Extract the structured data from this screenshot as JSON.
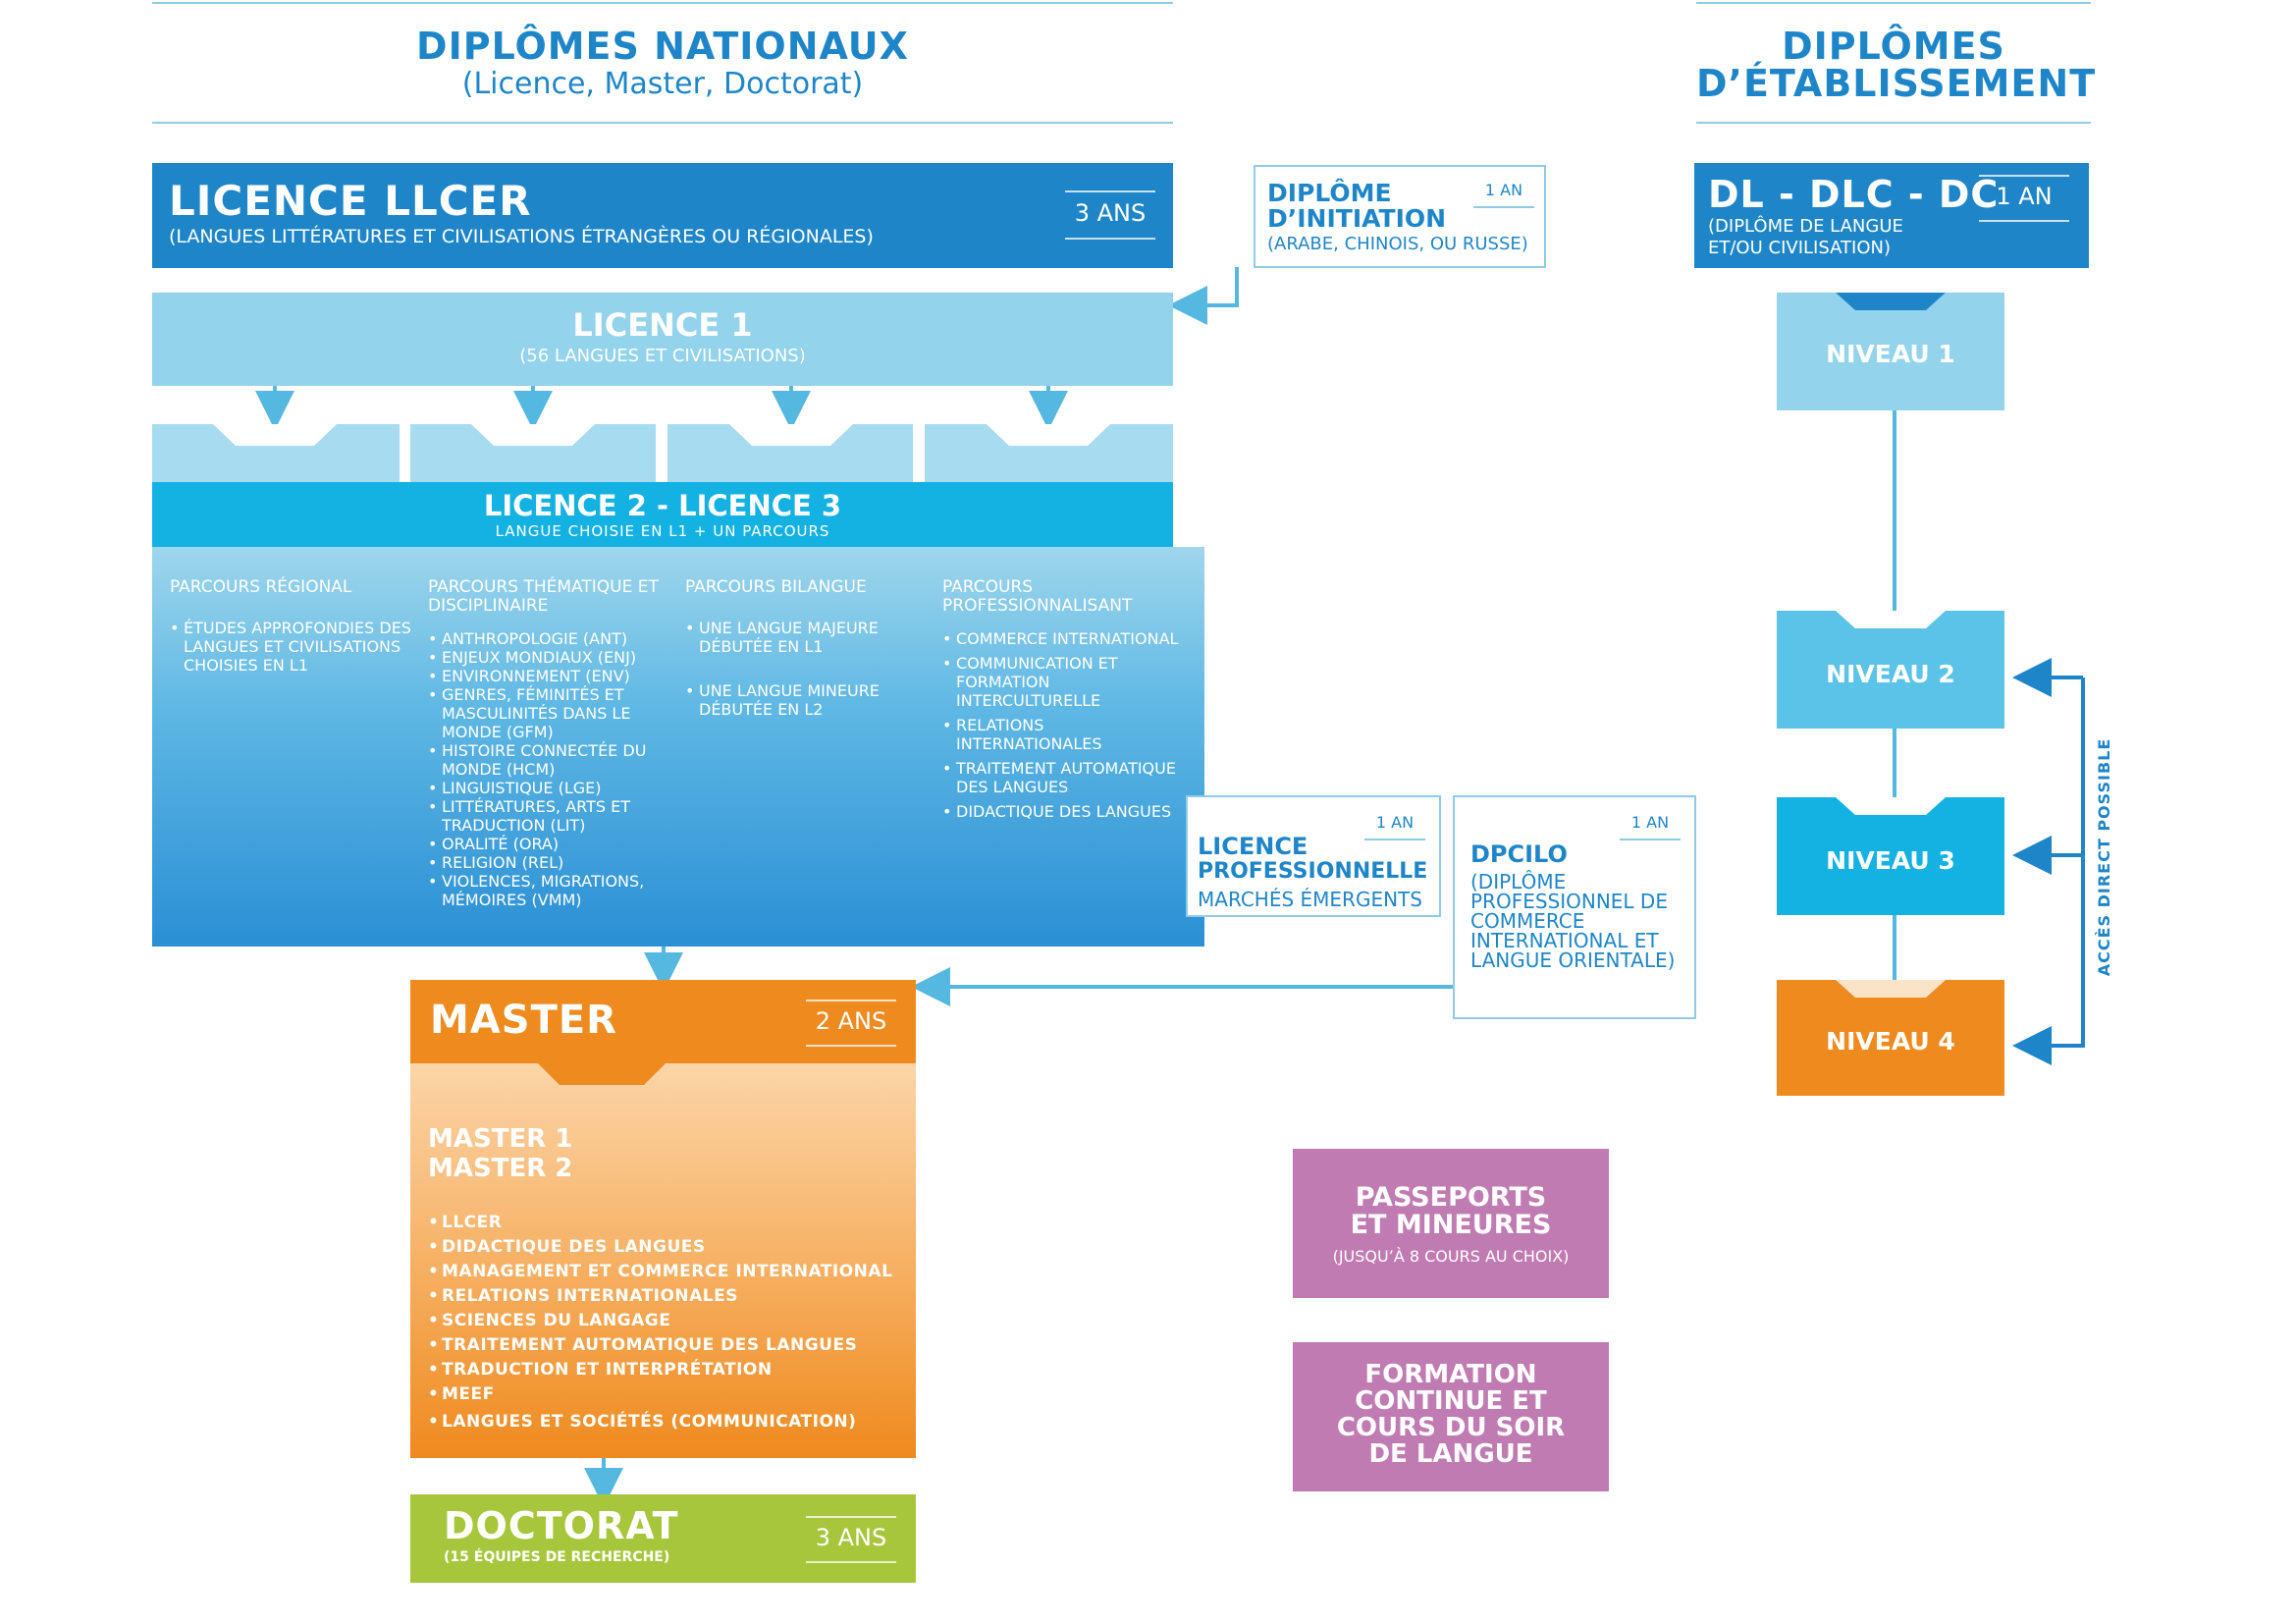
{
  "national": {
    "title": "DIPLÔMES NATIONAUX",
    "subtitle": "(Licence, Master, Doctorat)"
  },
  "etablissement": {
    "title_line1": "DIPLÔMES",
    "title_line2": "D’ÉTABLISSEMENT"
  },
  "licence_llcer": {
    "title": "LICENCE LLCER",
    "subtitle": "(LANGUES LITTÉRATURES ET CIVILISATIONS ÉTRANGÈRES OU RÉGIONALES)",
    "duration": "3 ANS"
  },
  "licence1": {
    "title": "LICENCE 1",
    "subtitle": "(56 LANGUES ET CIVILISATIONS)"
  },
  "diplome_initiation": {
    "title_line1": "DIPLÔME",
    "title_line2": "D’INITIATION",
    "subtitle": "(ARABE, CHINOIS, OU RUSSE)",
    "duration": "1 AN"
  },
  "licence23": {
    "title": "LICENCE 2 - LICENCE 3",
    "subtitle": "LANGUE CHOISIE EN L1 + UN PARCOURS"
  },
  "parcours": [
    {
      "title": "PARCOURS RÉGIONAL",
      "items": [
        "ÉTUDES APPROFONDIES DES LANGUES ET CIVILISATIONS CHOISIES EN L1"
      ]
    },
    {
      "title": "PARCOURS THÉMATIQUE ET DISCIPLINAIRE",
      "items": [
        "ANTHROPOLOGIE (ANT)",
        "ENJEUX MONDIAUX (ENJ)",
        "ENVIRONNEMENT (ENV)",
        "GENRES, FÉMINITÉS ET MASCULINITÉS DANS LE MONDE (GFM)",
        "HISTOIRE CONNECTÉE DU MONDE (HCM)",
        "LINGUISTIQUE (LGE)",
        "LITTÉRATURES, ARTS ET TRADUCTION (LIT)",
        "ORALITÉ (ORA)",
        "RELIGION (REL)",
        "VIOLENCES, MIGRATIONS, MÉMOIRES (VMM)"
      ]
    },
    {
      "title": "PARCOURS BILANGUE",
      "items": [
        "UNE LANGUE MAJEURE DÉBUTÉE EN L1",
        "UNE LANGUE MINEURE DÉBUTÉE EN L2"
      ]
    },
    {
      "title": "PARCOURS PROFESSIONNALISANT",
      "items": [
        "COMMERCE INTERNATIONAL",
        "COMMUNICATION ET FORMATION INTERCULTURELLE",
        "RELATIONS INTERNATIONALES",
        "TRAITEMENT AUTOMATIQUE DES LANGUES",
        "DIDACTIQUE DES LANGUES"
      ]
    }
  ],
  "licence_pro": {
    "title_line1": "LICENCE",
    "title_line2": "PROFESSIONNELLE",
    "subtitle": "MARCHÉS ÉMERGENTS",
    "duration": "1 AN"
  },
  "dpcilo": {
    "title": "DPCILO",
    "subtitle": "(DIPLÔME PROFESSIONNEL DE COMMERCE INTERNATIONAL ET LANGUE ORIENTALE)",
    "duration": "1 AN"
  },
  "master": {
    "title": "MASTER",
    "duration": "2 ANS",
    "year1": "MASTER 1",
    "year2": "MASTER 2",
    "items": [
      "LLCER",
      "DIDACTIQUE DES LANGUES",
      "MANAGEMENT ET COMMERCE INTERNATIONAL",
      "RELATIONS INTERNATIONALES",
      "SCIENCES DU LANGAGE",
      "TRAITEMENT AUTOMATIQUE DES LANGUES",
      "TRADUCTION ET INTERPRÉTATION",
      "MEEF",
      "LANGUES ET SOCIÉTÉS (COMMUNICATION)"
    ]
  },
  "doctorat": {
    "title": "DOCTORAT",
    "subtitle": "(15 ÉQUIPES DE RECHERCHE)",
    "duration": "3 ANS"
  },
  "dl": {
    "title": "DL - DLC - DC",
    "subtitle_line1": "(DIPLÔME DE LANGUE",
    "subtitle_line2": "ET/OU CIVILISATION)",
    "duration": "1 AN"
  },
  "niveaux": [
    "NIVEAU 1",
    "NIVEAU 2",
    "NIVEAU 3",
    "NIVEAU 4"
  ],
  "acces_direct": "ACCÈS DIRECT POSSIBLE",
  "passeports": {
    "title_line1": "PASSEPORTS",
    "title_line2": "ET MINEURES",
    "subtitle": "(JUSQU’À 8 COURS AU CHOIX)"
  },
  "formation": {
    "line1": "FORMATION",
    "line2": "CONTINUE ET",
    "line3": "COURS DU SOIR",
    "line4": "DE LANGUE"
  },
  "colors": {
    "dark_blue": "#1e86c8",
    "light_blue": "#93d3ec",
    "mid_blue": "#14b1e3",
    "orange": "#ef8a1e",
    "green": "#a7c63b",
    "purple": "#c17bb3"
  }
}
